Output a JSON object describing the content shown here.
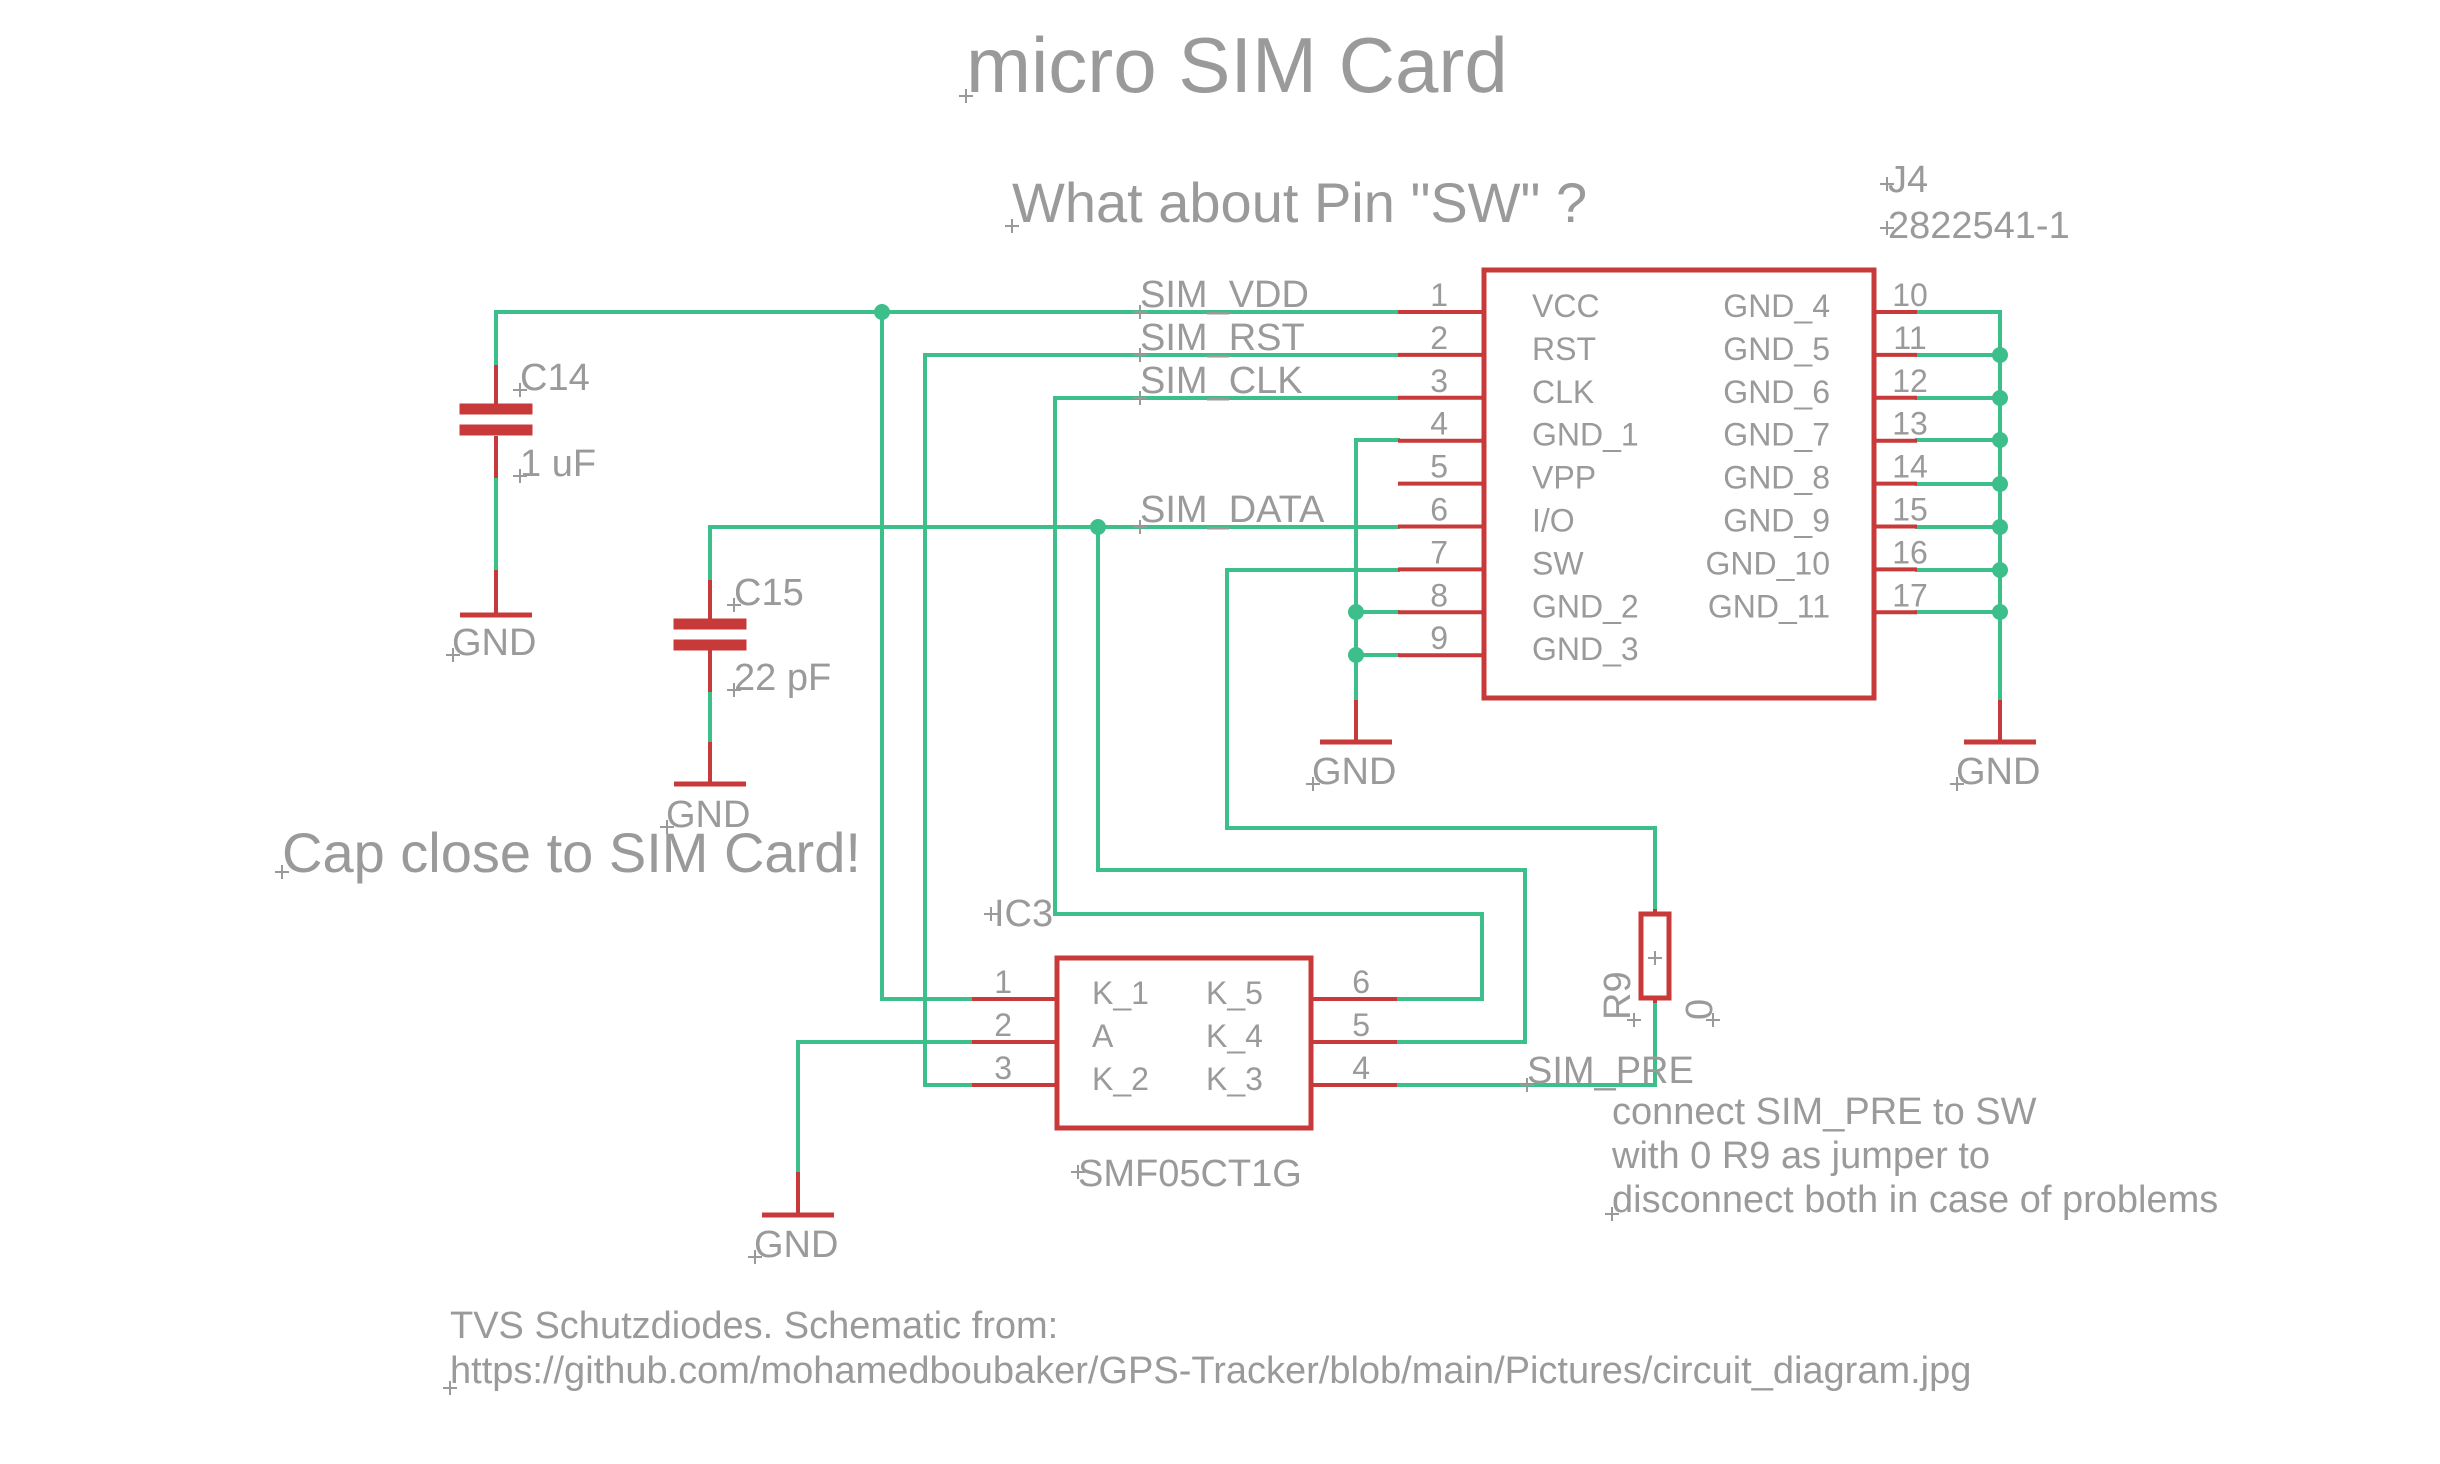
{
  "title": "micro SIM Card",
  "question": "What about Pin \"SW\" ?",
  "cap_note": "Cap close to SIM Card!",
  "connector": {
    "name": "J4",
    "value": "2822541-1",
    "left_pins": [
      {
        "num": "1",
        "name": "VCC"
      },
      {
        "num": "2",
        "name": "RST"
      },
      {
        "num": "3",
        "name": "CLK"
      },
      {
        "num": "4",
        "name": "GND_1"
      },
      {
        "num": "5",
        "name": "VPP"
      },
      {
        "num": "6",
        "name": "I/O"
      },
      {
        "num": "7",
        "name": "SW"
      },
      {
        "num": "8",
        "name": "GND_2"
      },
      {
        "num": "9",
        "name": "GND_3"
      }
    ],
    "right_pins": [
      {
        "num": "10",
        "name": "GND_4"
      },
      {
        "num": "11",
        "name": "GND_5"
      },
      {
        "num": "12",
        "name": "GND_6"
      },
      {
        "num": "13",
        "name": "GND_7"
      },
      {
        "num": "14",
        "name": "GND_8"
      },
      {
        "num": "15",
        "name": "GND_9"
      },
      {
        "num": "16",
        "name": "GND_10"
      },
      {
        "num": "17",
        "name": "GND_11"
      }
    ]
  },
  "nets": {
    "vdd": "SIM_VDD",
    "rst": "SIM_RST",
    "clk": "SIM_CLK",
    "data": "SIM_DATA",
    "pre": "SIM_PRE"
  },
  "c14": {
    "name": "C14",
    "value": "1 uF"
  },
  "c15": {
    "name": "C15",
    "value": "22 pF"
  },
  "gnd_label": "GND",
  "ic3": {
    "name": "IC3",
    "value": "SMF05CT1G",
    "left_pins": [
      {
        "num": "1",
        "name": "K_1"
      },
      {
        "num": "2",
        "name": "A"
      },
      {
        "num": "3",
        "name": "K_2"
      }
    ],
    "right_pins": [
      {
        "num": "6",
        "name": "K_5"
      },
      {
        "num": "5",
        "name": "K_4"
      },
      {
        "num": "4",
        "name": "K_3"
      }
    ]
  },
  "r9": {
    "name": "R9",
    "value": "0"
  },
  "jumper_note": [
    "connect SIM_PRE to SW",
    "with 0 R9 as jumper to",
    "disconnect both in case of problems"
  ],
  "footer": [
    "TVS Schutzdiodes. Schematic from:",
    "https://github.com/mohamedboubaker/GPS-Tracker/blob/main/Pictures/circuit_diagram.jpg"
  ],
  "colors": {
    "wire": "#3dbf8c",
    "part": "#c83a3a",
    "text": "#9a9a9a",
    "background": "#ffffff"
  }
}
